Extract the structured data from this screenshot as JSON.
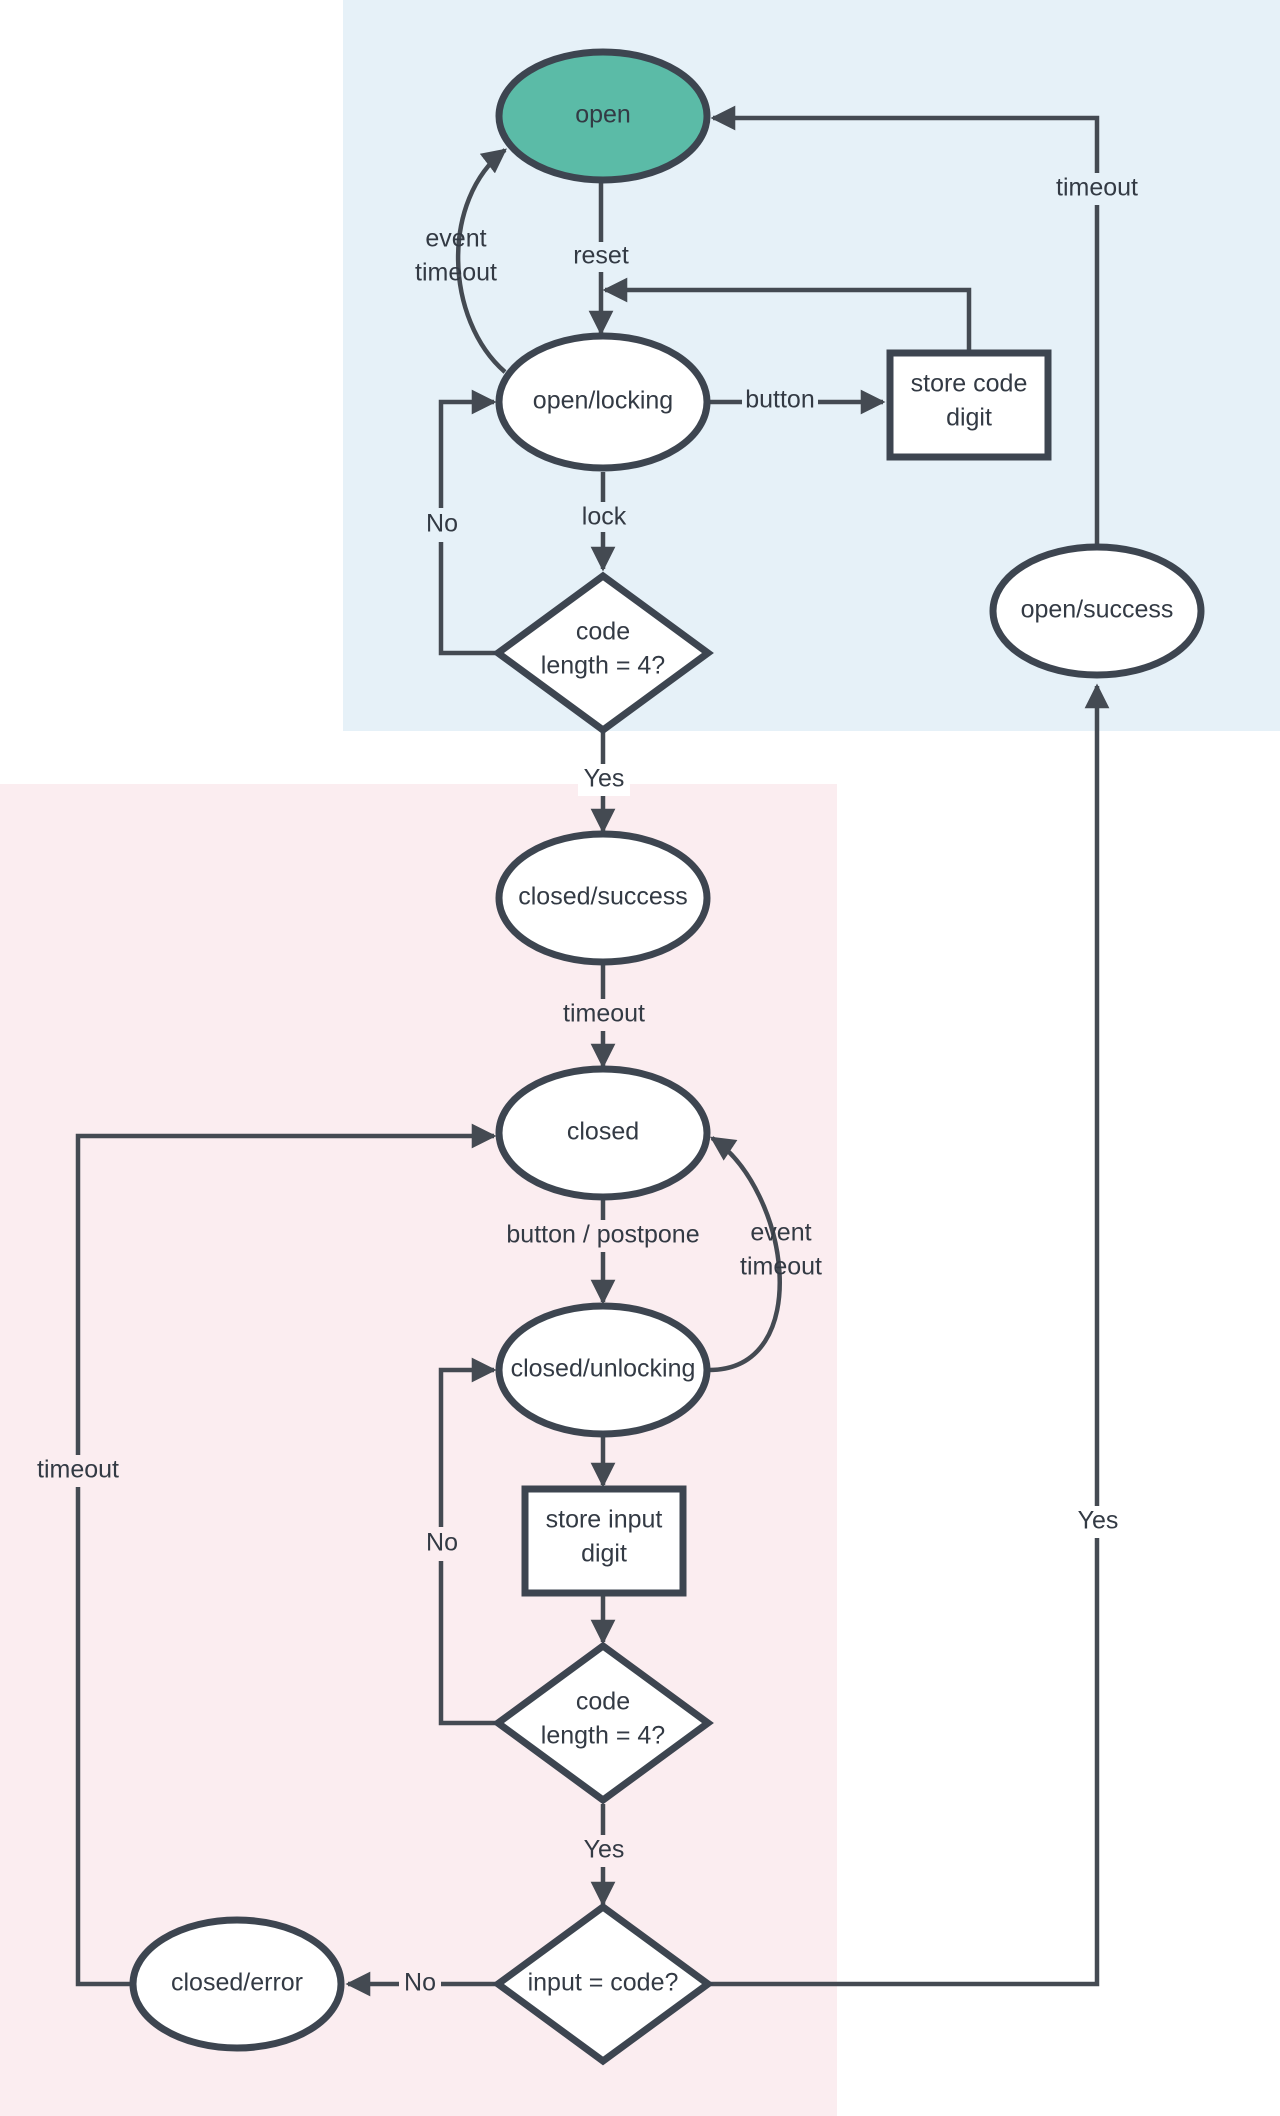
{
  "colors": {
    "open_region": "#e6f1f8",
    "closed_region": "#fbedf0",
    "open_fill": "#5bbba7",
    "node_fill": "#ffffff",
    "stroke": "#3d4550",
    "edge": "#444a52",
    "text": "#333a44"
  },
  "nodes": {
    "open": "open",
    "open_locking": "open/locking",
    "store_code_1": "store code",
    "store_code_2": "digit",
    "open_code_1": "code",
    "open_code_2": "length = 4?",
    "open_success": "open/success",
    "closed_success": "closed/success",
    "closed": "closed",
    "closed_unlocking": "closed/unlocking",
    "store_input_1": "store input",
    "store_input_2": "digit",
    "closed_code_1": "code",
    "closed_code_2": "length = 4?",
    "input_code": "input = code?",
    "closed_error": "closed/error"
  },
  "edges": {
    "reset": "reset",
    "event_timeout_open_1": "event",
    "event_timeout_open_2": "timeout",
    "button": "button",
    "lock": "lock",
    "no_open": "No",
    "yes_open": "Yes",
    "timeout_open_success": "timeout",
    "timeout_closed_success": "timeout",
    "button_postpone": "button / postpone",
    "event_timeout_closed_1": "event",
    "event_timeout_closed_2": "timeout",
    "no_closed": "No",
    "yes_closed": "Yes",
    "no_input": "No",
    "yes_input": "Yes",
    "timeout_error": "timeout"
  }
}
